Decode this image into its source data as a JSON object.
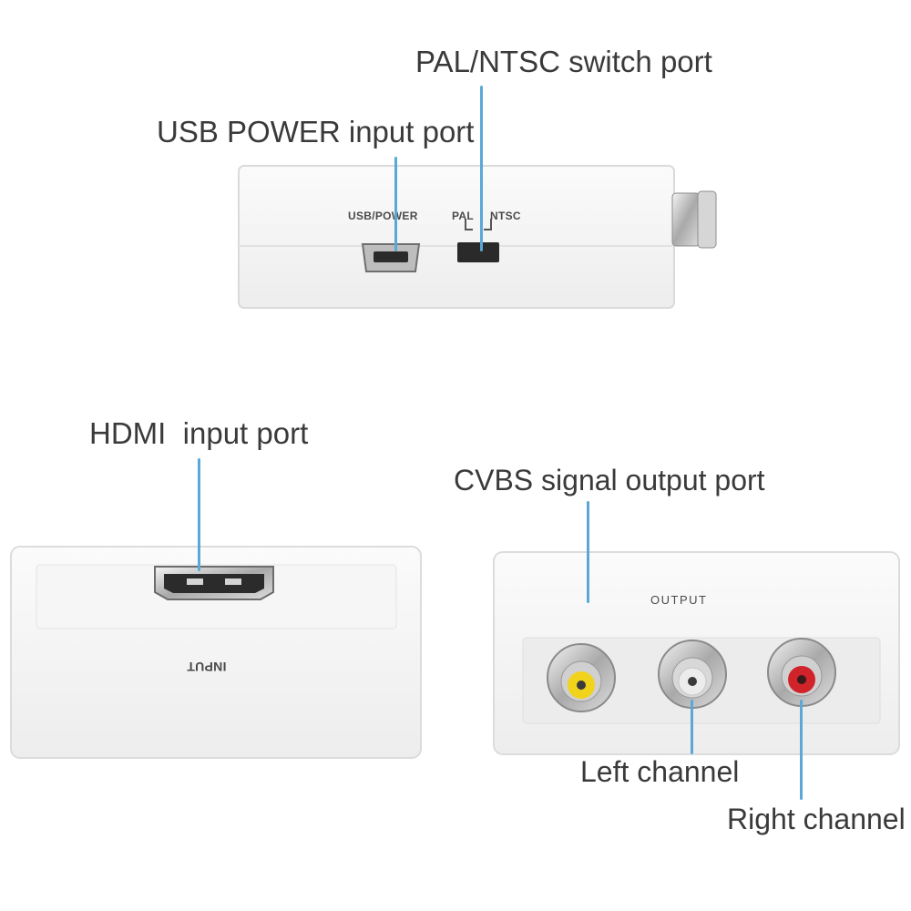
{
  "callouts": {
    "pal_ntsc": "PAL/NTSC switch port",
    "usb_power": "USB POWER input port",
    "hdmi_input": "HDMI  input port",
    "cvbs_output": "CVBS signal output port",
    "left_channel": "Left channel",
    "right_channel": "Right channel"
  },
  "device_labels": {
    "usb_power": "USB/POWER",
    "pal": "PAL",
    "ntsc": "NTSC",
    "input": "INPUT",
    "output": "OUTPUT"
  },
  "colors": {
    "leader_line": "#5aa8d8",
    "rca_video": "#f2d31b",
    "rca_left": "#e8e8e8",
    "rca_right": "#d0242a"
  }
}
